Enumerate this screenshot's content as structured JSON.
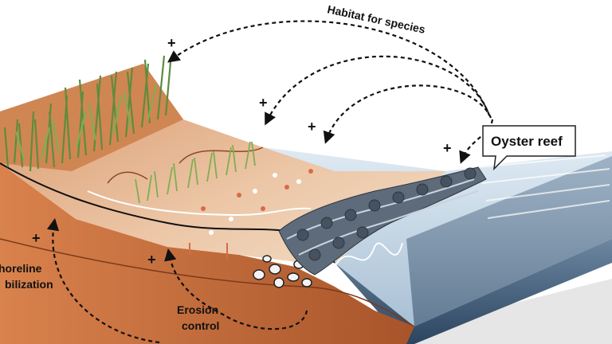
{
  "diagram": {
    "labels": {
      "habitat": "Habitat for species",
      "oyster_reef": "Oyster reef",
      "shoreline_line1": "horeline",
      "shoreline_line2": "bilization",
      "erosion_line1": "Erosion",
      "erosion_line2": "control"
    },
    "plus_sign": "+",
    "colors": {
      "sediment_top": "#e8b893",
      "sediment_side": "#c76a38",
      "marsh_top": "#d4895a",
      "water": "#b9cfe0",
      "water_side": "#3d5a78",
      "reef": "#5d6b7a",
      "grass": "#6f9a4a",
      "arrow": "#111111"
    }
  }
}
